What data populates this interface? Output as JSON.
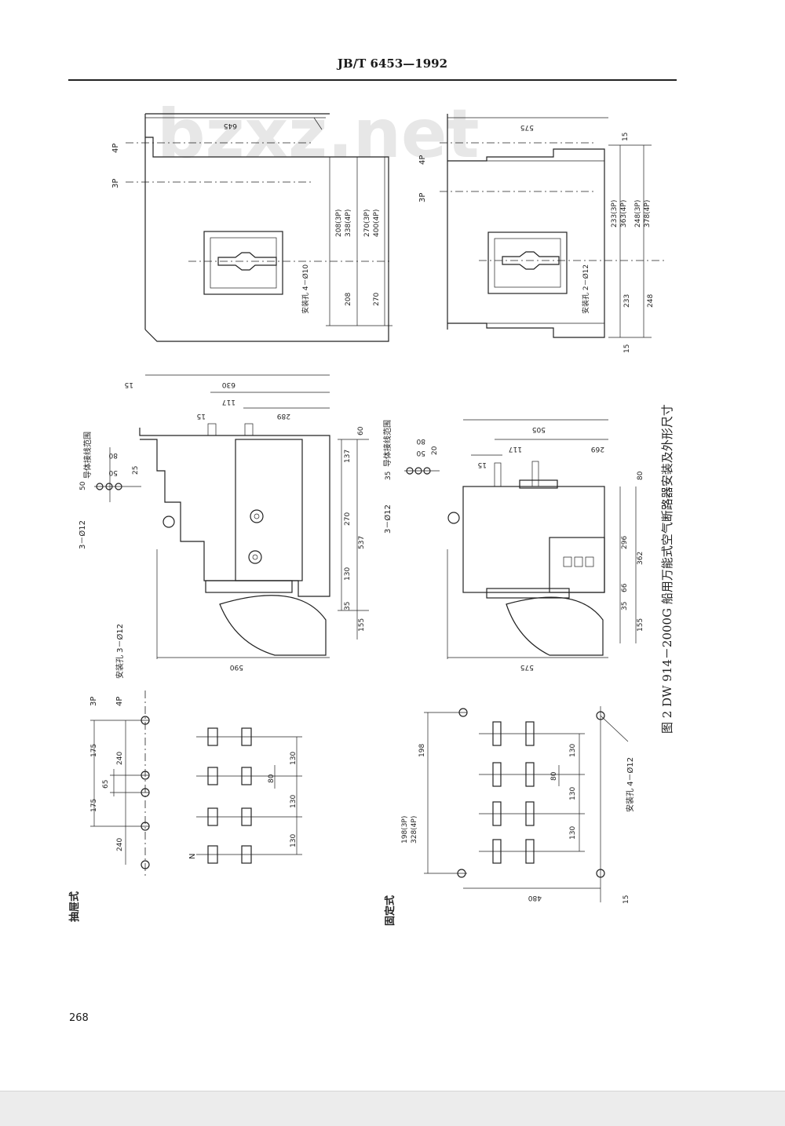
{
  "header": {
    "standard": "JB/T 6453—1992"
  },
  "watermark": "bzxz.net",
  "page_number": "268",
  "figure": {
    "caption": "图 2  DW 914－2000G 船用万能式空气断路器安装及外形尺寸"
  },
  "sections": {
    "drawer": "抽屉式",
    "fixed": "固定式"
  },
  "labels": {
    "p4": "4P",
    "p3": "3P",
    "n": "N",
    "conductor_range": "导体接线范围",
    "hole_3_12": "3－Ø12",
    "hole_4_10": "安装孔 4－Ø10",
    "hole_2_12": "安装孔 2－Ø12",
    "hole_3_12_mount": "安装孔 3－Ø12",
    "hole_4_12": "安装孔 4－Ø12"
  },
  "dims": {
    "d645": "645",
    "d575": "575",
    "d15": "15",
    "d208_3p": "208(3P)",
    "d338_4p": "338(4P)",
    "d270_3p": "270(3P)",
    "d400_4p": "400(4P)",
    "d208": "208",
    "d270": "270",
    "d233_3p": "233(3P)",
    "d363_4p": "363(4P)",
    "d248_3p": "248(3P)",
    "d378_4p": "378(4P)",
    "d233": "233",
    "d248": "248",
    "d630": "630",
    "d289": "289",
    "d117": "117",
    "d60": "60",
    "d137": "137",
    "d537": "537",
    "d130": "130",
    "d35": "35",
    "d155": "155",
    "d590": "590",
    "d50": "50",
    "d80": "80",
    "d25": "25",
    "d505": "505",
    "d269": "269",
    "d20": "20",
    "d296": "296",
    "d362": "362",
    "d66": "66",
    "d175": "175",
    "d240": "240",
    "d65": "65",
    "d198": "198",
    "d198_3p": "198(3P)",
    "d328_4p": "328(4P)",
    "d480": "480"
  }
}
